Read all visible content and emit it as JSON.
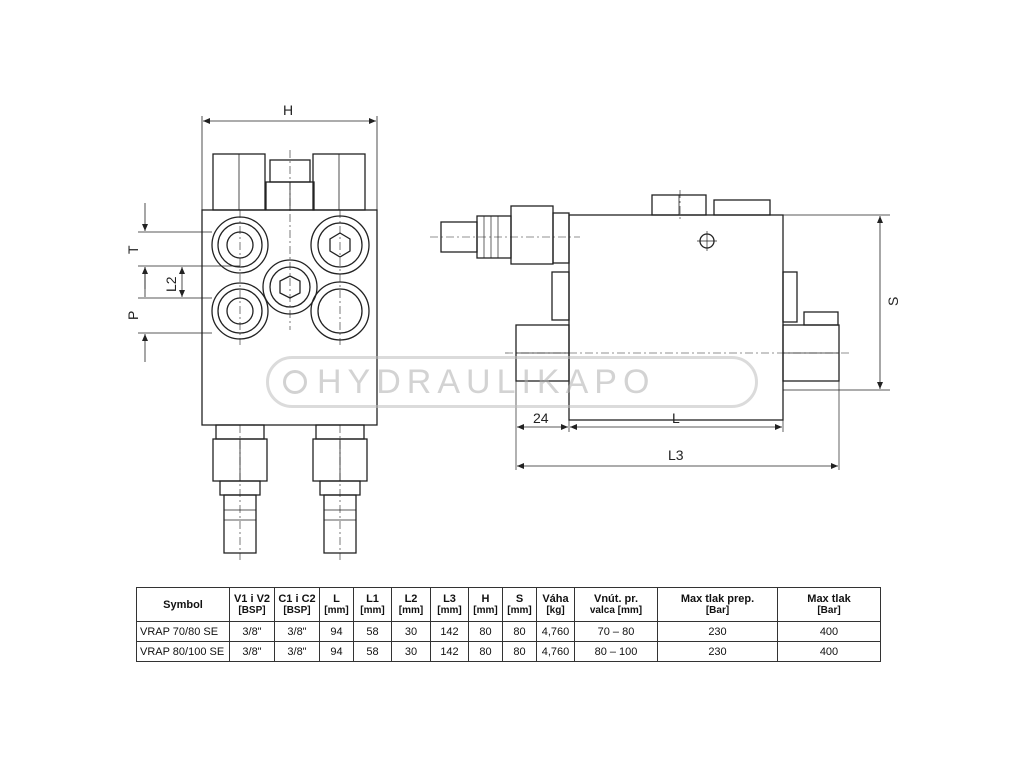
{
  "dimension_labels": {
    "H": "H",
    "T": "T",
    "P": "P",
    "L2": "L2",
    "S": "S",
    "d24": "24",
    "L": "L",
    "L3": "L3"
  },
  "watermark": {
    "text": "HYDRAULIKAPO"
  },
  "table": {
    "headers": [
      {
        "label": "Symbol",
        "unit": ""
      },
      {
        "label": "V1 i V2",
        "unit": "[BSP]"
      },
      {
        "label": "C1 i C2",
        "unit": "[BSP]"
      },
      {
        "label": "L",
        "unit": "[mm]"
      },
      {
        "label": "L1",
        "unit": "[mm]"
      },
      {
        "label": "L2",
        "unit": "[mm]"
      },
      {
        "label": "L3",
        "unit": "[mm]"
      },
      {
        "label": "H",
        "unit": "[mm]"
      },
      {
        "label": "S",
        "unit": "[mm]"
      },
      {
        "label": "Váha",
        "unit": "[kg]"
      },
      {
        "label": "Vnút. pr.",
        "unit": "valca [mm]"
      },
      {
        "label": "Max tlak  prep.",
        "unit": "[Bar]"
      },
      {
        "label": "Max tlak",
        "unit": "[Bar]"
      }
    ],
    "rows": [
      [
        "VRAP 70/80 SE",
        "3/8\"",
        "3/8\"",
        "94",
        "58",
        "30",
        "142",
        "80",
        "80",
        "4,760",
        "70 – 80",
        "230",
        "400"
      ],
      [
        "VRAP 80/100 SE",
        "3/8\"",
        "3/8\"",
        "94",
        "58",
        "30",
        "142",
        "80",
        "80",
        "4,760",
        "80 – 100",
        "230",
        "400"
      ]
    ]
  }
}
